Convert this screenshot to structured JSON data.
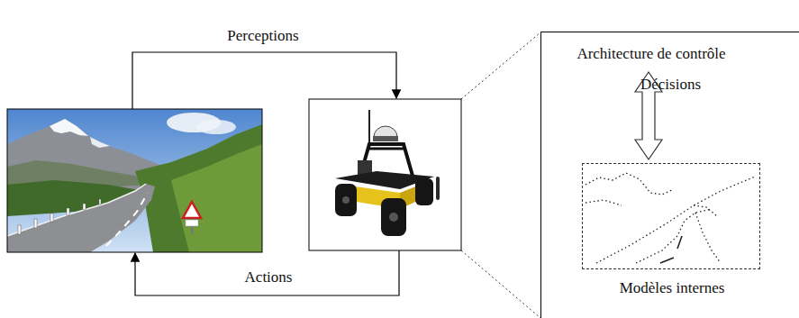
{
  "diagram": {
    "nodes": [
      {
        "text": [
          "Architecture de contrôle",
          "Décisions"
        ]
      },
      {
        "text": [
          "Modèles internes"
        ],
        "in": 0
      }
    ],
    "labels": [
      "Perceptions",
      "Actions"
    ]
  }
}
